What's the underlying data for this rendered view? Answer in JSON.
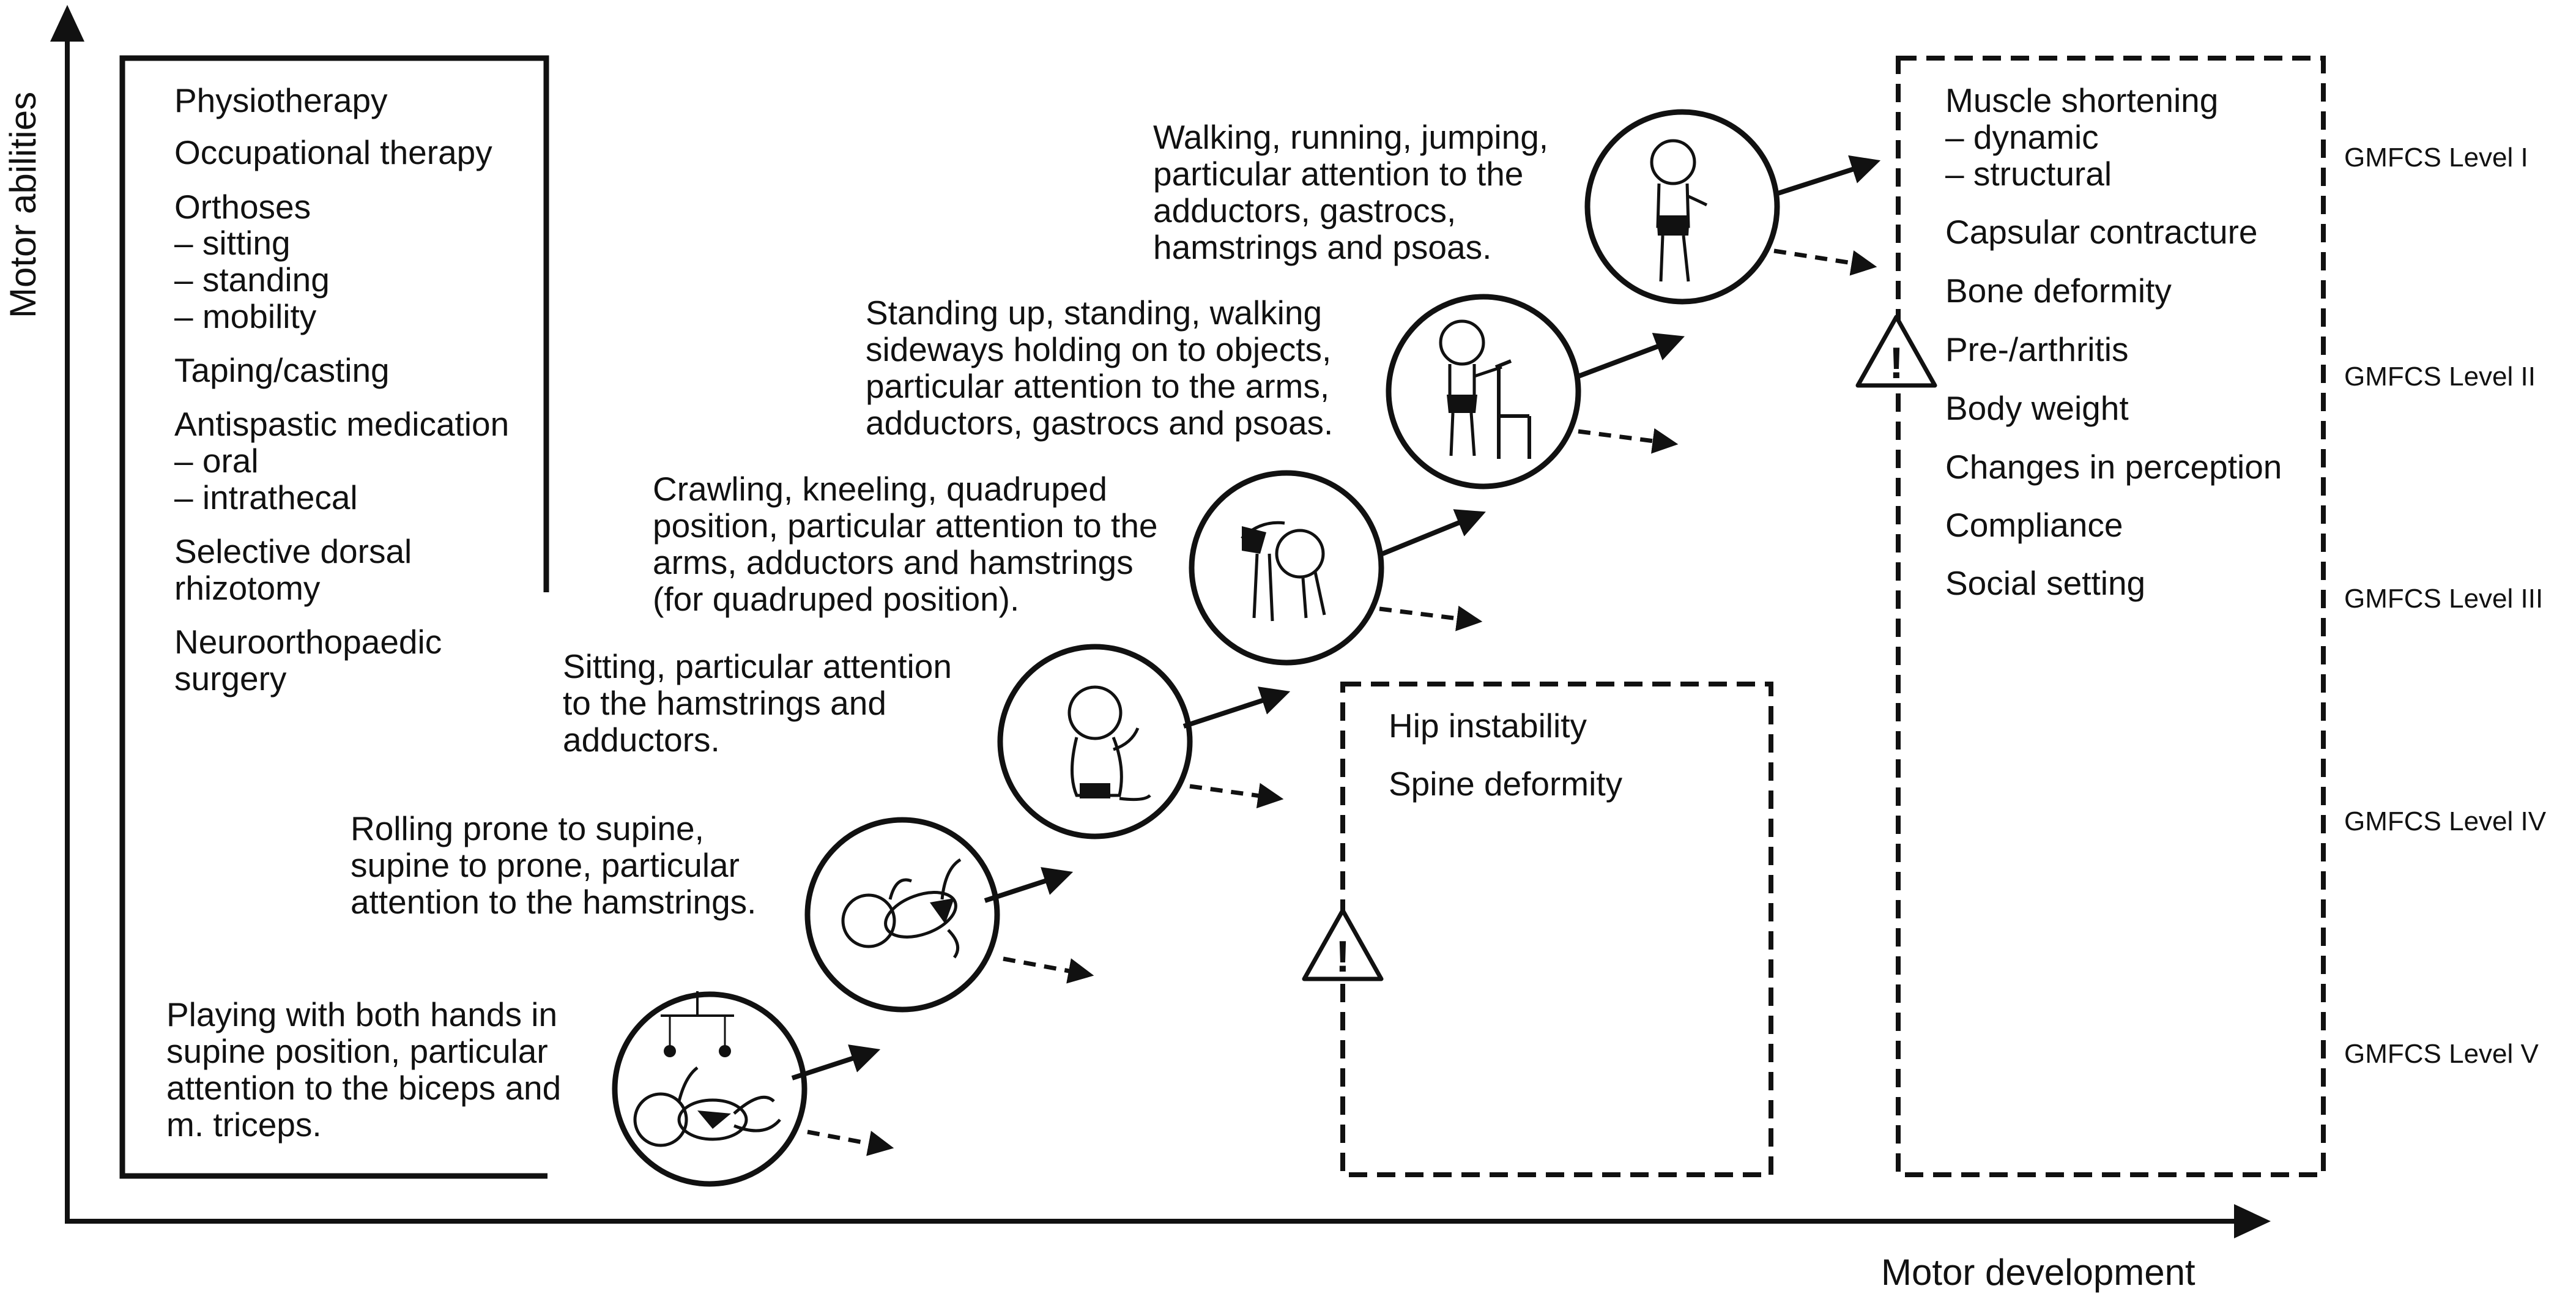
{
  "axes": {
    "y_label": "Motor abilities",
    "x_label": "Motor development"
  },
  "therapies": [
    "Physiotherapy",
    "Occupational therapy",
    "Orthoses",
    "– sitting",
    "– standing",
    "– mobility",
    "Taping/casting",
    "Antispastic medication",
    "– oral",
    "– intrathecal",
    "Selective dorsal",
    "rhizotomy",
    "Neuroorthopaedic",
    "surgery"
  ],
  "stages": [
    {
      "icon": "supine-infant-icon",
      "lines": [
        "Playing with both hands in",
        "supine position, particular",
        "attention to the biceps and",
        "m. triceps."
      ]
    },
    {
      "icon": "rolling-infant-icon",
      "lines": [
        "Rolling prone to supine,",
        "supine to prone, particular",
        "attention to the hamstrings."
      ]
    },
    {
      "icon": "sitting-infant-icon",
      "lines": [
        "Sitting, particular attention",
        "to the hamstrings and",
        "adductors."
      ]
    },
    {
      "icon": "quadruped-infant-icon",
      "lines": [
        "Crawling, kneeling, quadruped",
        "position, particular attention to the",
        "arms, adductors and hamstrings",
        "(for quadruped position)."
      ]
    },
    {
      "icon": "standing-with-chair-icon",
      "lines": [
        "Standing up, standing, walking",
        "sideways holding on to objects,",
        "particular attention to the arms,",
        "adductors, gastrocs and psoas."
      ]
    },
    {
      "icon": "walking-toddler-icon",
      "lines": [
        "Walking, running, jumping,",
        "particular attention to the",
        "adductors, gastrocs,",
        "hamstrings and psoas."
      ]
    }
  ],
  "hip_box": [
    "Hip instability",
    "Spine deformity"
  ],
  "risk_box": [
    "Muscle shortening",
    "– dynamic",
    "– structural",
    "Capsular contracture",
    "Bone deformity",
    "Pre-/arthritis",
    "Body weight",
    "Changes in perception",
    "Compliance",
    "Social setting"
  ],
  "gmfcs_levels": [
    "GMFCS Level I",
    "GMFCS Level II",
    "GMFCS Level III",
    "GMFCS Level IV",
    "GMFCS Level V"
  ],
  "warning_symbol": "!",
  "colors": {
    "ink": "#111111",
    "background": "#ffffff"
  }
}
